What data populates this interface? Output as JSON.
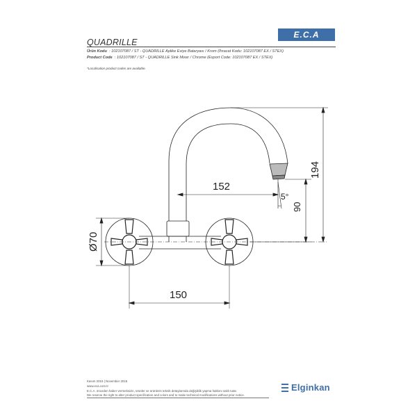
{
  "header": {
    "title": "QUADRILLE",
    "logo_text": "E.C.A",
    "tr_label": "Ürün Kodu",
    "tr_value": ": 102107087 / ST - QUADRILLE Aplike Eviye Bataryası / Krom (İhracat Kodu: 102107087 EX / STEX)",
    "en_label": "Product Code",
    "en_value": ": 102107087 / ST - QUADRILLE Sink Mixer / Chrome (Export Code: 102107087 EX / STEX)",
    "note": "*Localisation product codes are available."
  },
  "dimensions": {
    "spout_reach": "152",
    "angle": "5°",
    "outlet_height": "90",
    "total_height": "194",
    "flange_diameter": "Ø70",
    "center_distance": "150"
  },
  "footer": {
    "date": "Kasım 2015 | November 2015",
    "website": "www.eca.com.tr",
    "tr_disclaimer": "E.C.A. önceden haber vermeksizin, ürünler ve ürünlerin teknik detaylarında değişiklik yapma hakkını saklı tutar.",
    "en_disclaimer": "We reserve the right to alter product specification and colors and to make technical modifications without prior notice."
  },
  "brand": {
    "name": "Elginkan"
  },
  "colors": {
    "brand_blue": "#3f6fa8",
    "line": "#222222"
  }
}
